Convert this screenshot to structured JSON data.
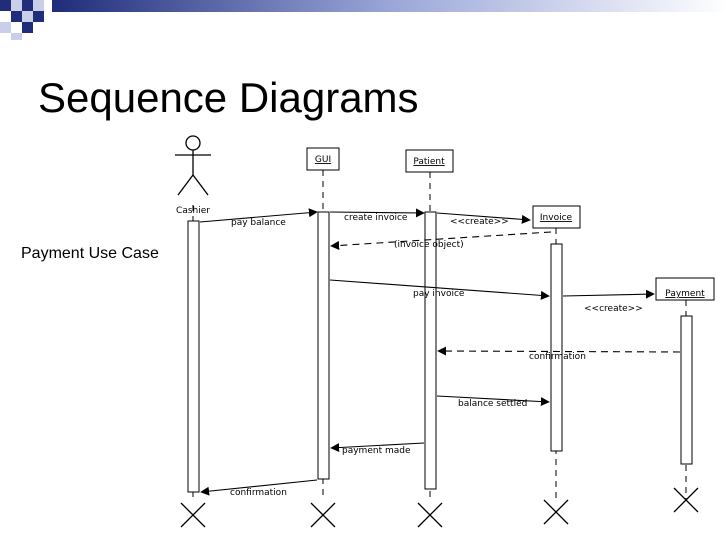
{
  "slide": {
    "title": "Sequence Diagrams",
    "side_text": "Payment Use Case",
    "accent_color": "#1f2d7a"
  },
  "diagram": {
    "actor": "Cashier",
    "objects": {
      "gui": "GUI",
      "patient": "Patient",
      "invoice": "Invoice",
      "payment": "Payment"
    },
    "messages": {
      "pay_balance": "pay balance",
      "create_invoice": "create invoice",
      "create_invoice_stereo": "<<create>>",
      "invoice_object": "(invoice object)",
      "pay_invoice": "pay invoice",
      "create_payment_stereo": "<<create>>",
      "confirmation_payment": "confirmation",
      "balance_settled": "balance settled",
      "payment_made": "payment made",
      "confirmation_cashier": "confirmation"
    }
  }
}
